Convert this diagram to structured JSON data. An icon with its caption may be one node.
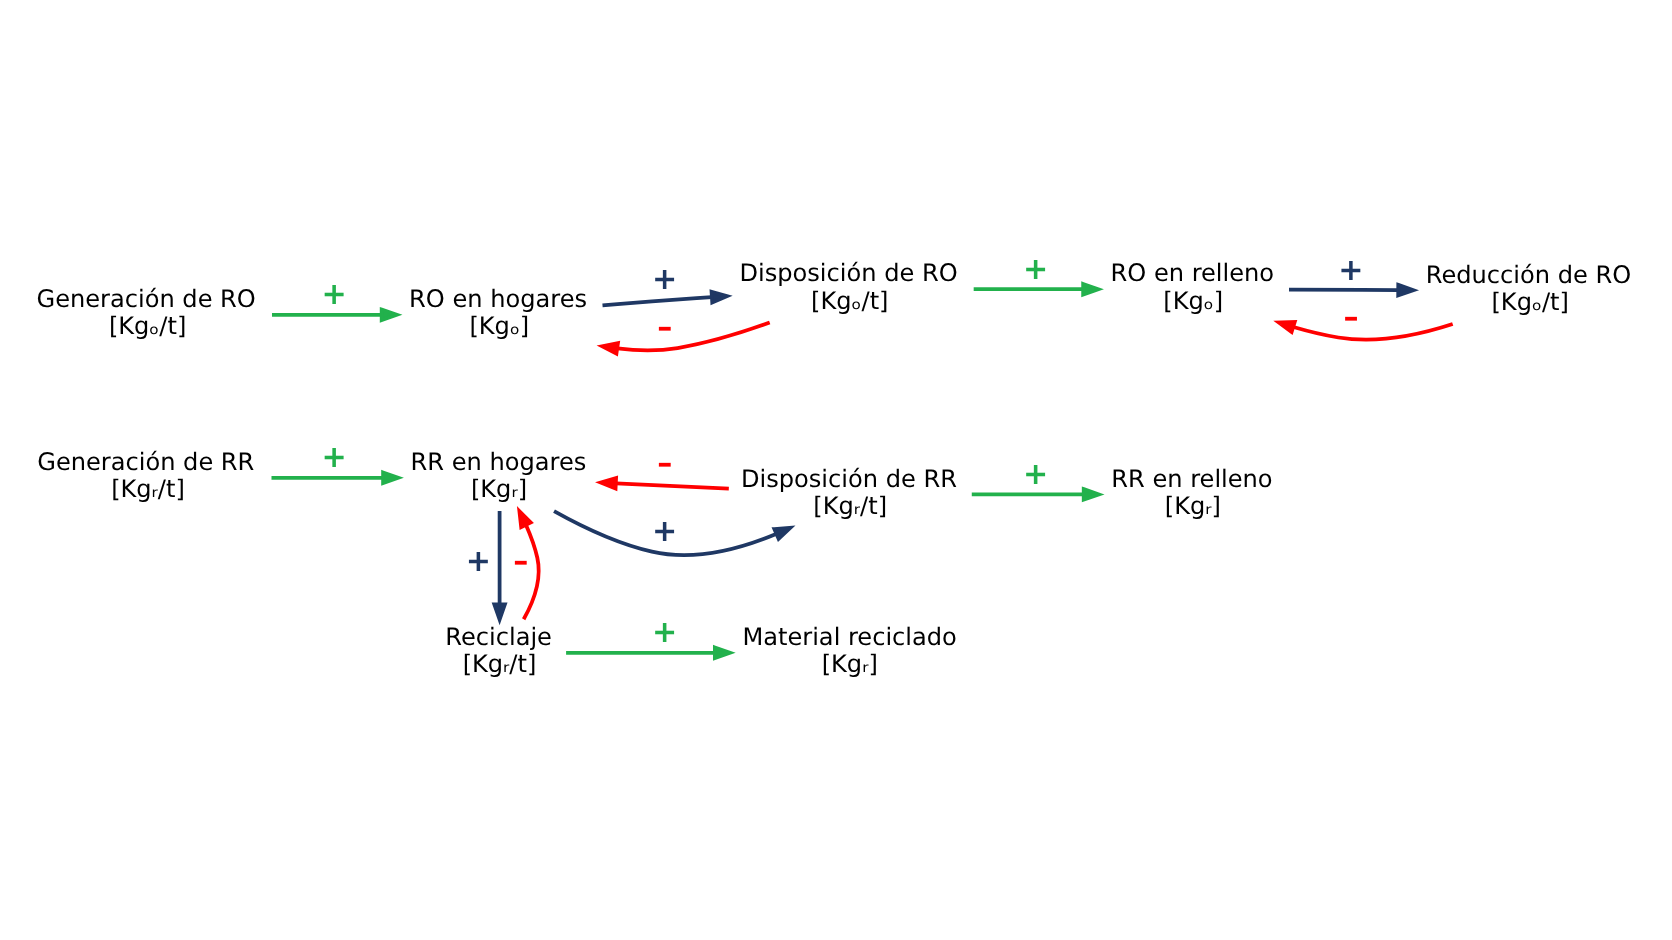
{
  "diagram": {
    "nodes": [
      {
        "text": [
          "Reciclaje",
          "[Kgᵣ/t]"
        ]
      },
      {
        "text": [
          "Material reciclado",
          "[Kgᵣ]"
        ]
      },
      {
        "text": [
          "Generación de RR",
          "[Kgᵣ/t]"
        ]
      },
      {
        "text": [
          "RR en hogares",
          "[Kgᵣ]"
        ]
      },
      {
        "text": [
          "Disposición de RR",
          "[Kgᵣ/t]"
        ]
      },
      {
        "text": [
          "RR en relleno",
          "[Kgᵣ]"
        ]
      },
      {
        "text": [
          "Generación de RO",
          "[Kgₒ/t]"
        ]
      },
      {
        "text": [
          "RO en hogares",
          "[Kgₒ]"
        ]
      },
      {
        "text": [
          "Disposición de RO",
          "[Kgₒ/t]"
        ]
      },
      {
        "text": [
          "RO en relleno",
          "[Kgₒ]"
        ]
      },
      {
        "text": [
          "Reducción de RO",
          "[Kgₒ/t]"
        ]
      }
    ],
    "edges": [
      {
        "from": 0,
        "to": 1,
        "arrow": "to",
        "label": "+"
      },
      {
        "from": 3,
        "to": 0,
        "arrow": "to",
        "label": "+",
        "color": "#1f3864"
      },
      {
        "from": 0,
        "to": 3,
        "arrow": "to",
        "label": "–",
        "color": "#ff0000"
      },
      {
        "from": 2,
        "to": 3,
        "arrow": "to",
        "label": "+"
      },
      {
        "from": 3,
        "to": 4,
        "arrow": "to",
        "label": "+",
        "color": "#1f3864"
      },
      {
        "from": 4,
        "to": 3,
        "arrow": "to",
        "label": "–",
        "color": "#ff0000"
      },
      {
        "from": 4,
        "to": 5,
        "arrow": "to",
        "label": "+"
      },
      {
        "from": 6,
        "to": 7,
        "arrow": "to",
        "label": "+"
      },
      {
        "from": 7,
        "to": 8,
        "arrow": "to",
        "label": "+",
        "color": "#1f3864"
      },
      {
        "from": 8,
        "to": 7,
        "arrow": "to",
        "label": "–",
        "color": "#ff0000"
      },
      {
        "from": 8,
        "to": 9,
        "arrow": "to",
        "label": "+"
      },
      {
        "from": 9,
        "to": 10,
        "arrow": "to",
        "label": "+",
        "color": "#1f3864"
      },
      {
        "from": 10,
        "to": 9,
        "arrow": "to",
        "label": "–",
        "color": "#ff0000"
      }
    ]
  }
}
